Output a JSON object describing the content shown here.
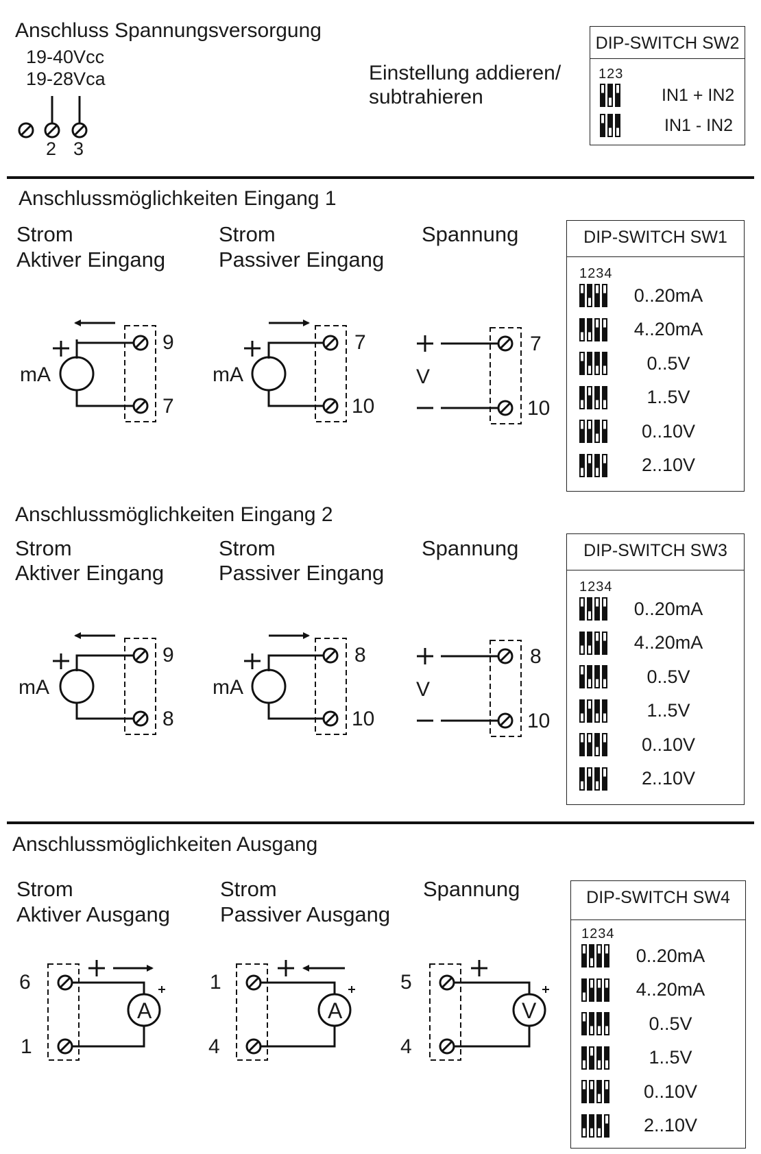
{
  "supply": {
    "title": "Anschluss Spannungsversorgung",
    "v1": "19-40Vcc",
    "v2": "19-28Vca",
    "t2": "2",
    "t3": "3"
  },
  "addsub": {
    "line1": "Einstellung addieren/",
    "line2": "subtrahieren"
  },
  "sw2": {
    "title": "DIP-SWITCH SW2",
    "nums": "123",
    "rows": [
      {
        "label": "IN1 + IN2",
        "states": [
          "off",
          "on",
          "off"
        ]
      },
      {
        "label": "IN1 - IN2",
        "states": [
          "off",
          "on",
          "on"
        ]
      }
    ]
  },
  "in1": {
    "title": "Anschlussmöglichkeiten Eingang 1",
    "c1a": "Strom",
    "c1b": "Aktiver Eingang",
    "c2a": "Strom",
    "c2b": "Passiver Eingang",
    "c3a": "Spannung",
    "mA1": "mA",
    "mA2": "mA",
    "V": "V",
    "ta1": "9",
    "ta2": "7",
    "tb1": "7",
    "tb2": "10",
    "tc1": "7",
    "tc2": "10"
  },
  "sw1": {
    "title": "DIP-SWITCH SW1",
    "nums": "1234",
    "rows": [
      {
        "label": "0..20mA",
        "states": [
          "off",
          "on",
          "off",
          "off"
        ]
      },
      {
        "label": "4..20mA",
        "states": [
          "on",
          "on",
          "off",
          "off"
        ]
      },
      {
        "label": "0..5V",
        "states": [
          "off",
          "on",
          "on",
          "on"
        ]
      },
      {
        "label": "1..5V",
        "states": [
          "on",
          "off",
          "on",
          "on"
        ]
      },
      {
        "label": "0..10V",
        "states": [
          "off",
          "off",
          "on",
          "off"
        ]
      },
      {
        "label": "2..10V",
        "states": [
          "on",
          "off",
          "on",
          "off"
        ]
      }
    ]
  },
  "in2": {
    "title": "Anschlussmöglichkeiten Eingang 2",
    "c1a": "Strom",
    "c1b": "Aktiver Eingang",
    "c2a": "Strom",
    "c2b": "Passiver Eingang",
    "c3a": "Spannung",
    "mA1": "mA",
    "mA2": "mA",
    "V": "V",
    "ta1": "9",
    "ta2": "8",
    "tb1": "8",
    "tb2": "10",
    "tc1": "8",
    "tc2": "10"
  },
  "sw3": {
    "title": "DIP-SWITCH SW3",
    "nums": "1234",
    "rows": [
      {
        "label": "0..20mA",
        "states": [
          "off",
          "on",
          "off",
          "off"
        ]
      },
      {
        "label": "4..20mA",
        "states": [
          "on",
          "on",
          "off",
          "off"
        ]
      },
      {
        "label": "0..5V",
        "states": [
          "off",
          "on",
          "on",
          "on"
        ]
      },
      {
        "label": "1..5V",
        "states": [
          "on",
          "off",
          "on",
          "on"
        ]
      },
      {
        "label": "0..10V",
        "states": [
          "off",
          "off",
          "on",
          "off"
        ]
      },
      {
        "label": "2..10V",
        "states": [
          "on",
          "off",
          "on",
          "off"
        ]
      }
    ]
  },
  "out": {
    "title": "Anschlussmöglichkeiten Ausgang",
    "c1a": "Strom",
    "c1b": "Aktiver Ausgang",
    "c2a": "Strom",
    "c2b": "Passiver Ausgang",
    "c3a": "Spannung",
    "A1": "A",
    "A2": "A",
    "V": "V",
    "ta1": "6",
    "ta2": "1",
    "tb1": "1",
    "tb2": "4",
    "tc1": "5",
    "tc2": "4"
  },
  "sw4": {
    "title": "DIP-SWITCH SW4",
    "nums": "1234",
    "rows": [
      {
        "label": "0..20mA",
        "states": [
          "off",
          "on",
          "off",
          "off"
        ]
      },
      {
        "label": "4..20mA",
        "states": [
          "on",
          "off",
          "off",
          "off"
        ]
      },
      {
        "label": "0..5V",
        "states": [
          "off",
          "on",
          "on",
          "on"
        ]
      },
      {
        "label": "1..5V",
        "states": [
          "on",
          "off",
          "on",
          "on"
        ]
      },
      {
        "label": "0..10V",
        "states": [
          "off",
          "off",
          "on",
          "off"
        ]
      },
      {
        "label": "2..10V",
        "states": [
          "on",
          "on",
          "on",
          "off"
        ]
      }
    ]
  }
}
